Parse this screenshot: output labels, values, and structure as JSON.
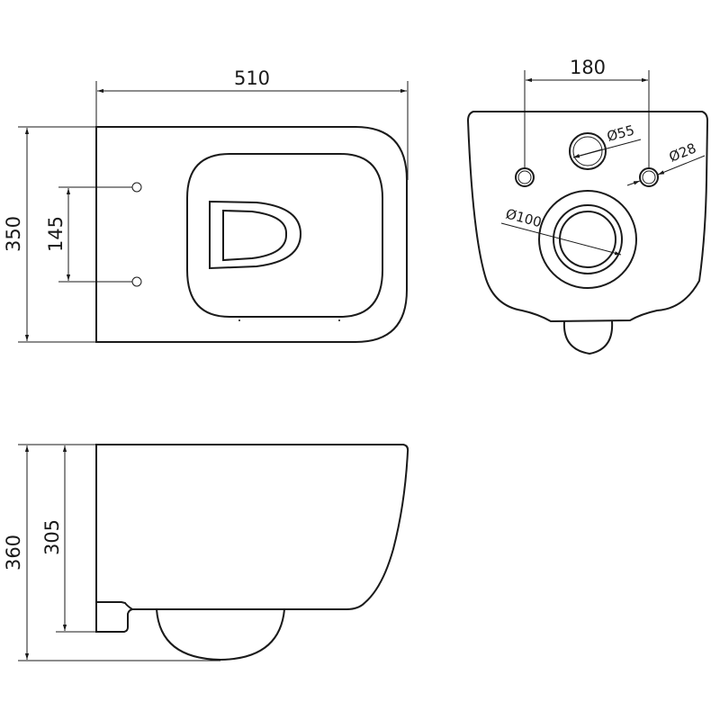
{
  "views": {
    "top": {
      "width_label": "510",
      "depth_label": "350",
      "bolt_spacing_label": "145"
    },
    "rear": {
      "bolt_spacing_label": "180",
      "flush_pipe_label": "Ø55",
      "bolt_hole_label": "Ø28",
      "outlet_label": "Ø100"
    },
    "side": {
      "height_total_label": "360",
      "height_outlet_label": "305"
    }
  },
  "colors": {
    "line": "#1a1a1a",
    "background": "#ffffff"
  }
}
